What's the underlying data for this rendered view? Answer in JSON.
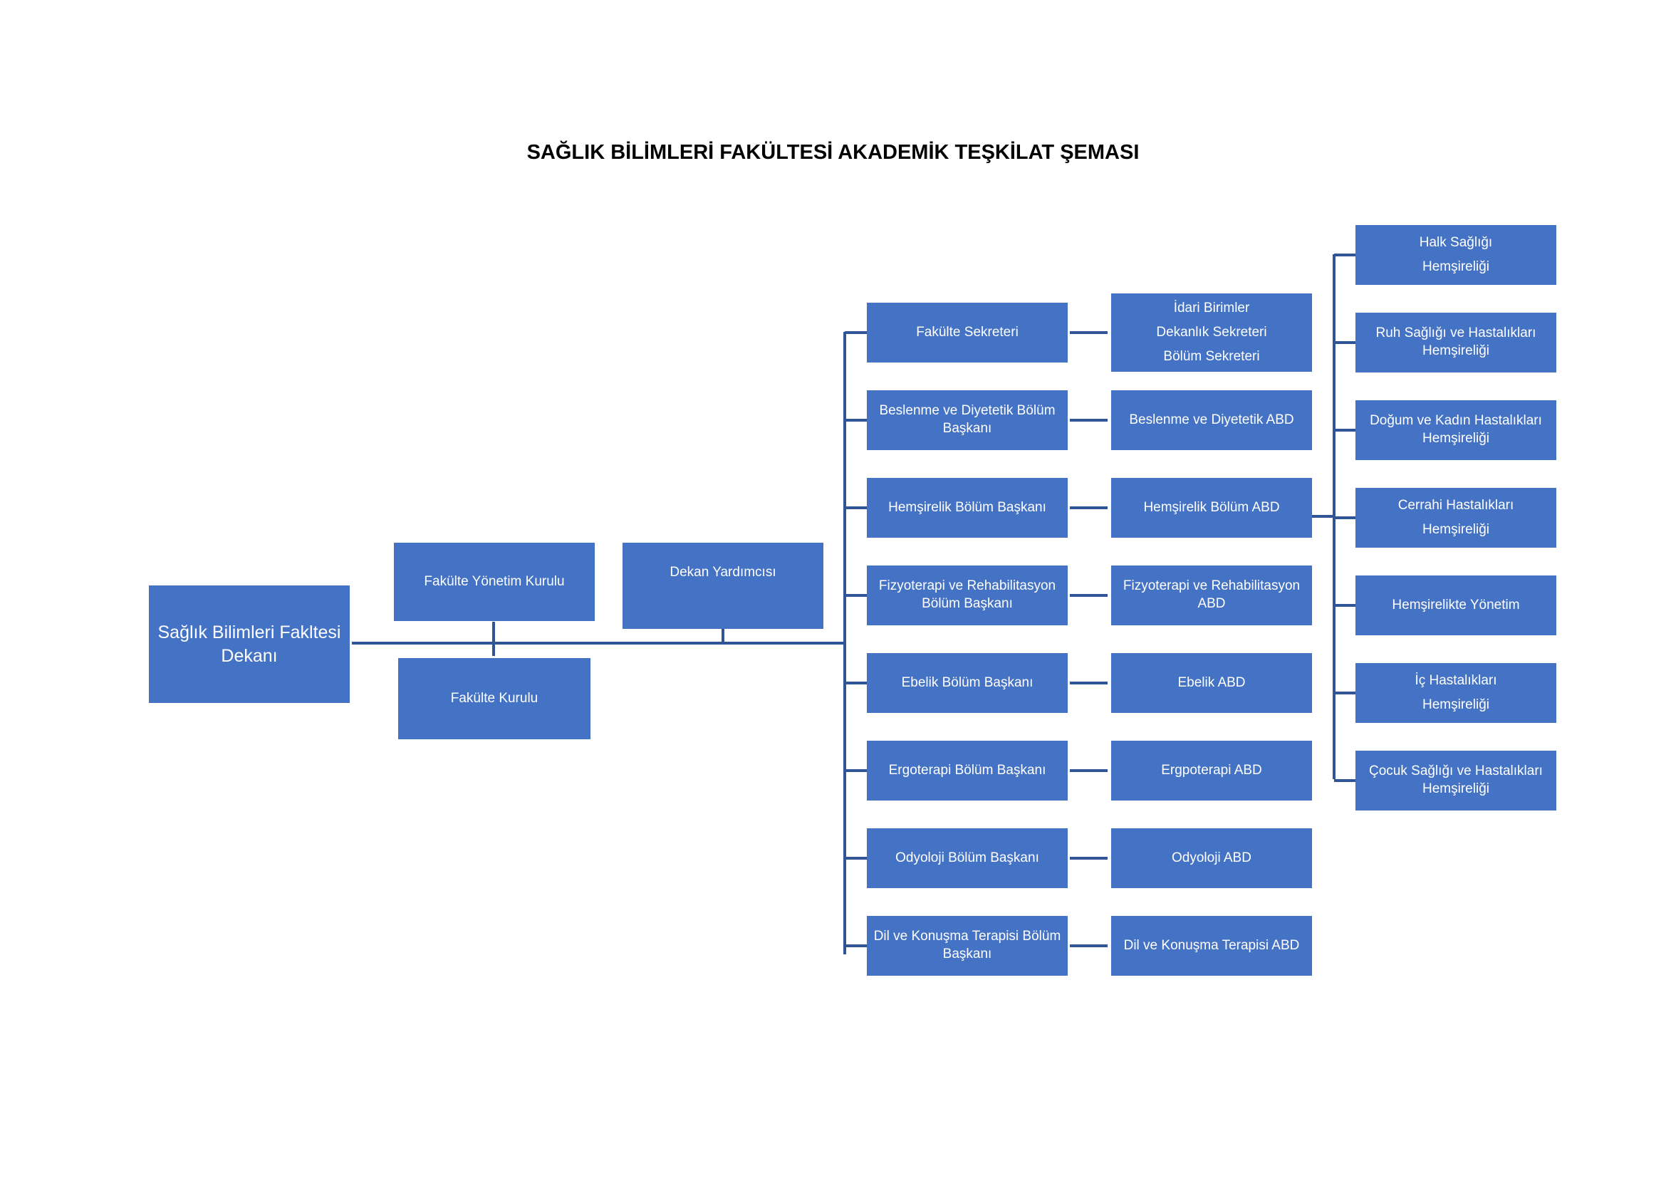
{
  "title": "SAĞLIK BİLİMLERİ FAKÜLTESİ AKADEMİK TEŞKİLAT ŞEMASI",
  "colors": {
    "box": "#4472C4",
    "line": "#2F5597"
  },
  "dean": {
    "line1": "Sağlık Bilimleri Fakltesi",
    "line2": "Dekanı"
  },
  "boards": {
    "yonetim_kurulu": "Fakülte Yönetim Kurulu",
    "fakulte_kurulu": "Fakülte Kurulu",
    "dekan_yardimcisi": "Dekan Yardımcısı"
  },
  "units": [
    {
      "head": [
        "Fakülte Sekreteri"
      ],
      "sub": [
        "İdari Birimler",
        "Dekanlık Sekreteri",
        "Bölüm Sekreteri"
      ]
    },
    {
      "head": [
        "Beslenme ve Diyetetik Bölüm",
        "Başkanı"
      ],
      "sub": [
        "Beslenme ve Diyetetik ABD"
      ]
    },
    {
      "head": [
        "Hemşirelik Bölüm Başkanı"
      ],
      "sub": [
        "Hemşirelik Bölüm ABD"
      ]
    },
    {
      "head": [
        "Fizyoterapi ve Rehabilitasyon",
        "Bölüm Başkanı"
      ],
      "sub": [
        "Fizyoterapi ve Rehabilitasyon",
        "ABD"
      ]
    },
    {
      "head": [
        "Ebelik Bölüm Başkanı"
      ],
      "sub": [
        "Ebelik ABD"
      ]
    },
    {
      "head": [
        "Ergoterapi Bölüm Başkanı"
      ],
      "sub": [
        "Ergpoterapi ABD"
      ]
    },
    {
      "head": [
        "Odyoloji Bölüm Başkanı"
      ],
      "sub": [
        "Odyoloji ABD"
      ]
    },
    {
      "head": [
        "Dil ve Konuşma Terapisi Bölüm",
        "Başkanı"
      ],
      "sub": [
        "Dil ve Konuşma Terapisi ABD"
      ]
    }
  ],
  "nursing_abd": [
    [
      "Halk Sağlığı",
      "Hemşireliği"
    ],
    [
      "Ruh Sağlığı ve Hastalıkları",
      "Hemşireliği"
    ],
    [
      "Doğum ve Kadın Hastalıkları",
      "Hemşireliği"
    ],
    [
      "Cerrahi Hastalıkları",
      "Hemşireliği"
    ],
    [
      "Hemşirelikte Yönetim"
    ],
    [
      "İç Hastalıkları",
      "Hemşireliği"
    ],
    [
      "Çocuk Sağlığı ve Hastalıkları",
      "Hemşireliği"
    ]
  ]
}
